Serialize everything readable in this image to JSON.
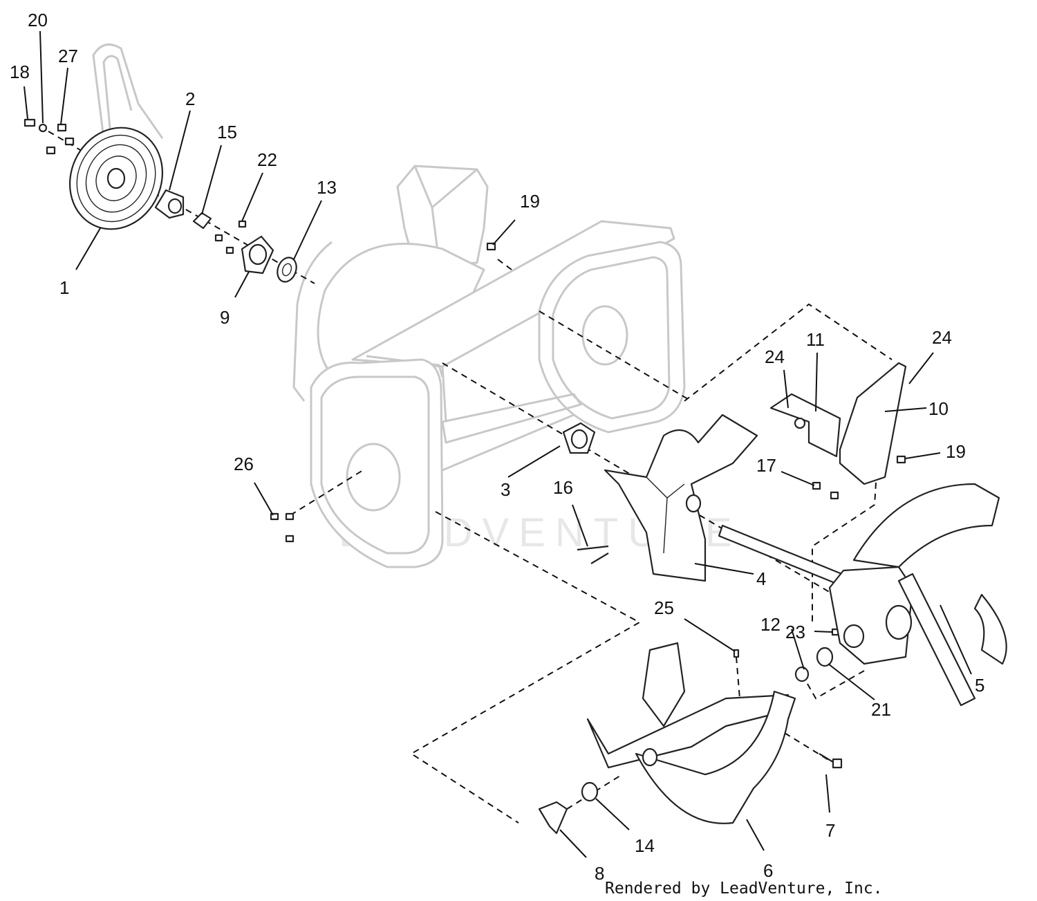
{
  "callouts": {
    "c1": "1",
    "c2": "2",
    "c3": "3",
    "c4": "4",
    "c5": "5",
    "c6": "6",
    "c7": "7",
    "c8": "8",
    "c9": "9",
    "c10": "10",
    "c11": "11",
    "c12": "12",
    "c13": "13",
    "c14": "14",
    "c15": "15",
    "c16": "16",
    "c17": "17",
    "c18": "18",
    "c19a": "19",
    "c19b": "19",
    "c20": "20",
    "c21": "21",
    "c22": "22",
    "c23": "23",
    "c24a": "24",
    "c24b": "24",
    "c25": "25",
    "c26": "26",
    "c27": "27"
  },
  "watermark": "LEADVENTURE",
  "credit": "Rendered by LeadVenture, Inc."
}
